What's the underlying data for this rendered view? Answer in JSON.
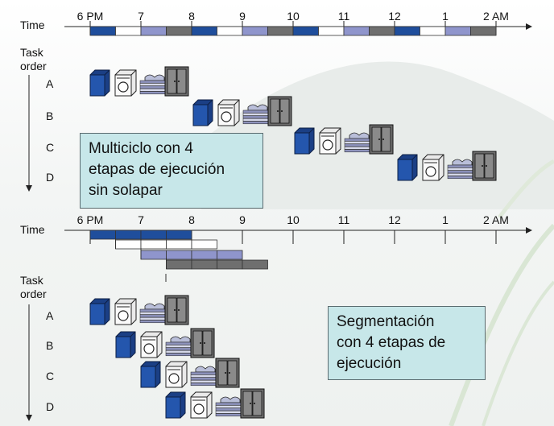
{
  "top": {
    "time_label": "Time",
    "task_label_1": "Task",
    "task_label_2": "order",
    "ticks": [
      "6 PM",
      "7",
      "8",
      "9",
      "10",
      "11",
      "12",
      "1",
      "2 AM"
    ],
    "tasks": [
      "A",
      "B",
      "C",
      "D"
    ],
    "note": [
      "Multiciclo con 4",
      "etapas de ejecución",
      "sin solapar"
    ]
  },
  "bottom": {
    "time_label": "Time",
    "task_label_1": "Task",
    "task_label_2": "order",
    "ticks": [
      "6 PM",
      "7",
      "8",
      "9",
      "10",
      "11",
      "12",
      "1",
      "2 AM"
    ],
    "tasks": [
      "A",
      "B",
      "C",
      "D"
    ],
    "note": [
      "Segmentación",
      "con 4 etapas de",
      "ejecución"
    ]
  },
  "stages": [
    "washer-icon",
    "dryer-icon",
    "folder-icon",
    "closet-icon"
  ],
  "colors": {
    "wash": "#1f4e9c",
    "dry": "#ffffff",
    "fold": "#8f95cc",
    "store": "#6f6f6f",
    "note_bg": "#c7e7e9"
  }
}
